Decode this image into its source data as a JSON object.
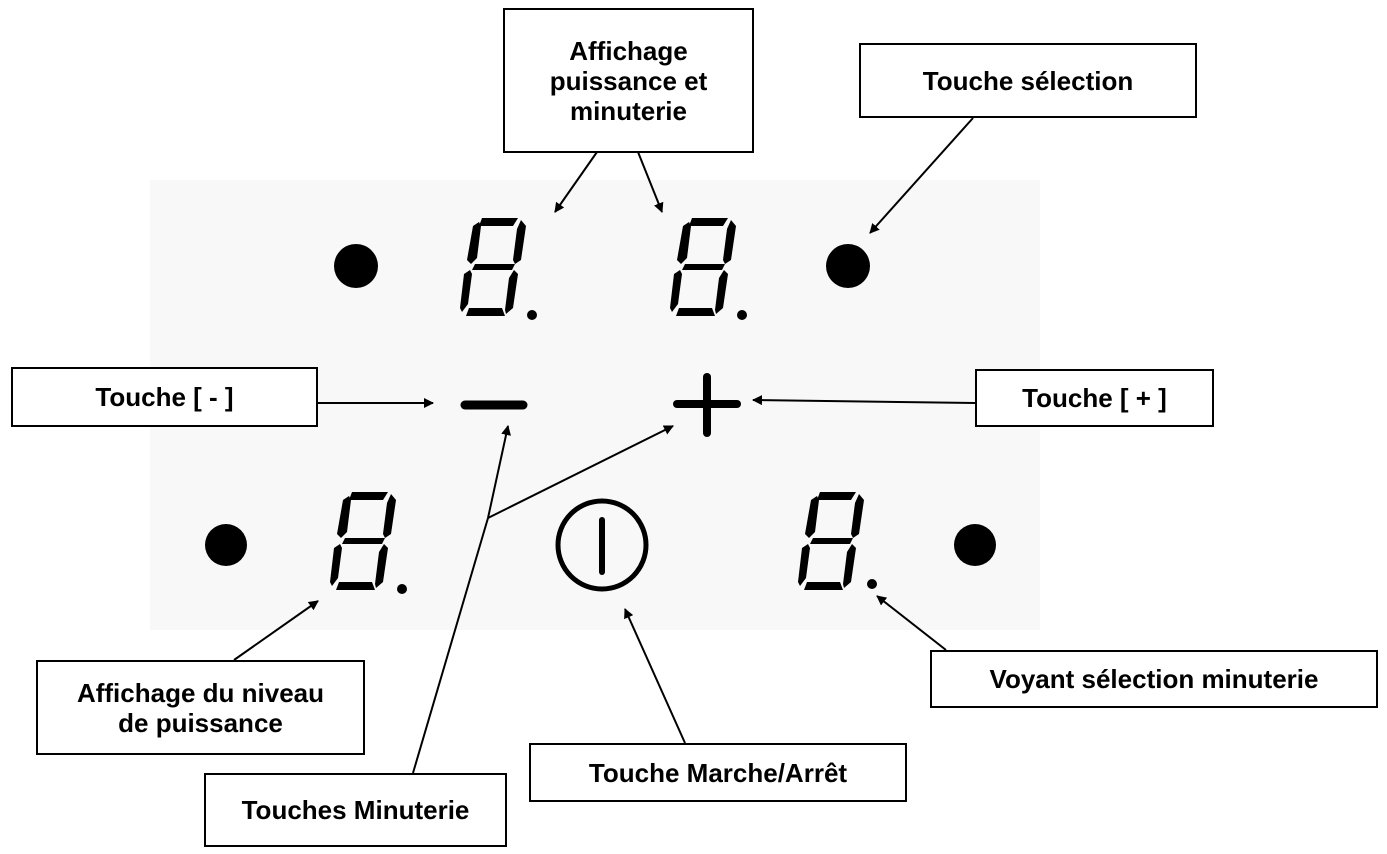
{
  "labels": {
    "affichage_puissance_minuterie": "Affichage\npuissance et\nminuterie",
    "touche_selection": "Touche sélection",
    "touche_moins": "Touche [ - ]",
    "touche_plus": "Touche [ + ]",
    "affichage_niveau": "Affichage du niveau\nde puissance",
    "voyant_selection": "Voyant sélection minuterie",
    "touche_marche_arret": "Touche Marche/Arrêt",
    "touches_minuterie": "Touches Minuterie"
  },
  "icons": [
    "indicator-dot-icon",
    "seven-segment-display-icon",
    "minus-icon",
    "plus-icon",
    "power-icon"
  ],
  "colors": {
    "ink": "#000000",
    "background": "#ffffff",
    "panel": "#f8f8f8"
  }
}
